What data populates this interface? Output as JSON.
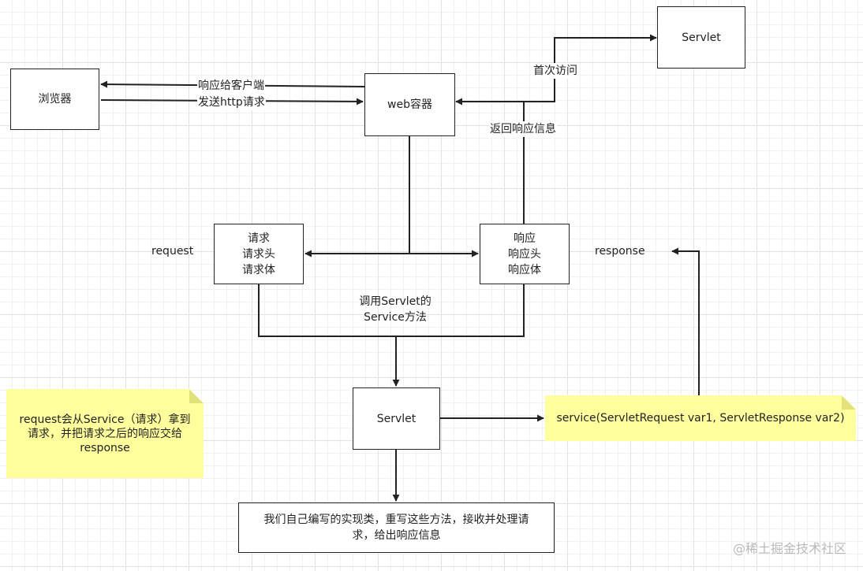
{
  "nodes": {
    "browser": "浏览器",
    "web_container": "web容器",
    "servlet_top": "Servlet",
    "request_box": "请求\n请求头\n请求体",
    "response_box": "响应\n响应头\n响应体",
    "servlet_center": "Servlet",
    "impl_class": "我们自己编写的实现类，重写这些方法，接收并处理请求，给出响应信息"
  },
  "notes": {
    "left": "request会从Service（请求）拿到请求，并把请求之后的响应交给response",
    "right": "service(ServletRequest var1, ServletResponse var2)"
  },
  "labels": {
    "respond_to_client": "响应给客户端",
    "send_http": "发送http请求",
    "first_visit": "首次访问",
    "return_response": "返回响应信息",
    "request": "request",
    "response": "response",
    "call_service": "调用Servlet的\nService方法"
  },
  "watermark": "@稀土掘金技术社区",
  "colors": {
    "line": "#222222",
    "note_fill": "#ffff9e",
    "grid": "#e2e2e2"
  }
}
